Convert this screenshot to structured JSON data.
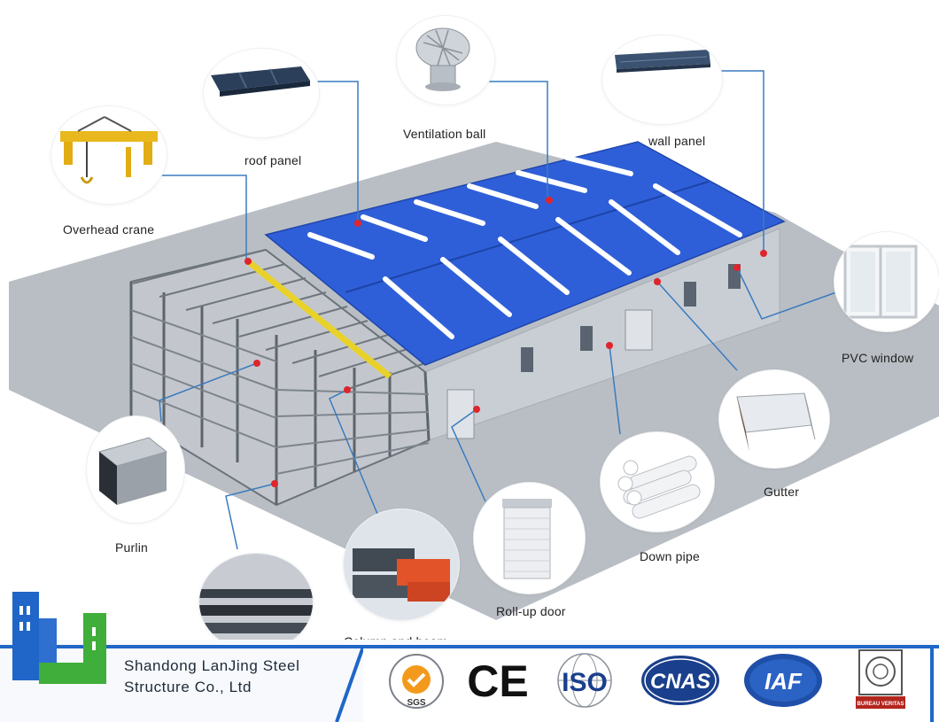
{
  "labels": {
    "overhead_crane": "Overhead crane",
    "roof_panel": "roof panel",
    "ventilation_ball": "Ventilation ball",
    "wall_panel": "wall panel",
    "pvc_window": "PVC window",
    "gutter": "Gutter",
    "down_pipe": "Down pipe",
    "roll_up_door": "Roll-up door",
    "column_and_beam": "Column and beam",
    "purlin": "Purlin"
  },
  "footer": {
    "company_line1": "Shandong LanJing Steel",
    "company_line2": "Structure Co., Ltd",
    "certifications": {
      "sgs": "SGS",
      "ce": "CE",
      "iso": "ISO",
      "cnas": "CNAS",
      "iaf": "IAF",
      "bureau_veritas": "BUREAU VERITAS"
    }
  },
  "colors": {
    "roof_blue": "#2f5fd8",
    "wall_grey": "#c9ced4",
    "ground_grey": "#b9bec4",
    "callout_line": "#3a7bbf",
    "marker_red": "#e0242b",
    "footer_blue": "#1f66c8",
    "logo_green": "#3fae3a",
    "logo_blue": "#2e6fd0"
  },
  "icons": [
    "overhead-crane-icon",
    "roof-panel-icon",
    "ventilation-ball-icon",
    "wall-panel-icon",
    "pvc-window-icon",
    "gutter-icon",
    "down-pipe-icon",
    "roll-up-door-icon",
    "column-beam-icon",
    "purlin-icon",
    "company-logo-icon"
  ]
}
